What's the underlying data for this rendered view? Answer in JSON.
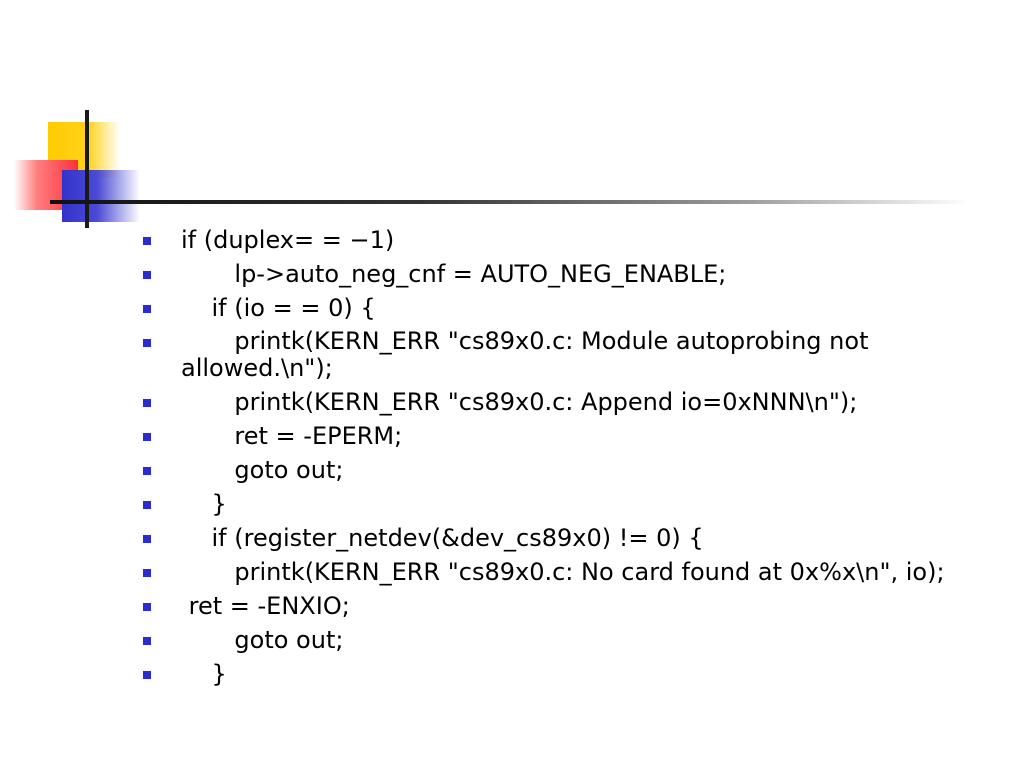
{
  "colors": {
    "bullet": "#2b2bd0",
    "accent_yellow": "#ffcc00",
    "accent_red": "#ff2f3a",
    "accent_blue": "#3333cc"
  },
  "slide": {
    "lines": [
      "if (duplex= = −1)",
      "       lp->auto_neg_cnf = AUTO_NEG_ENABLE;",
      "    if (io = = 0) {",
      "       printk(KERN_ERR \"cs89x0.c: Module autoprobing not allowed.\\n\");",
      "       printk(KERN_ERR \"cs89x0.c: Append io=0xNNN\\n\");",
      "       ret = -EPERM;",
      "       goto out;",
      "    }",
      "    if (register_netdev(&dev_cs89x0) != 0) {",
      "       printk(KERN_ERR \"cs89x0.c: No card found at 0x%x\\n\", io);",
      " ret = -ENXIO;",
      "       goto out;",
      "    }"
    ]
  }
}
